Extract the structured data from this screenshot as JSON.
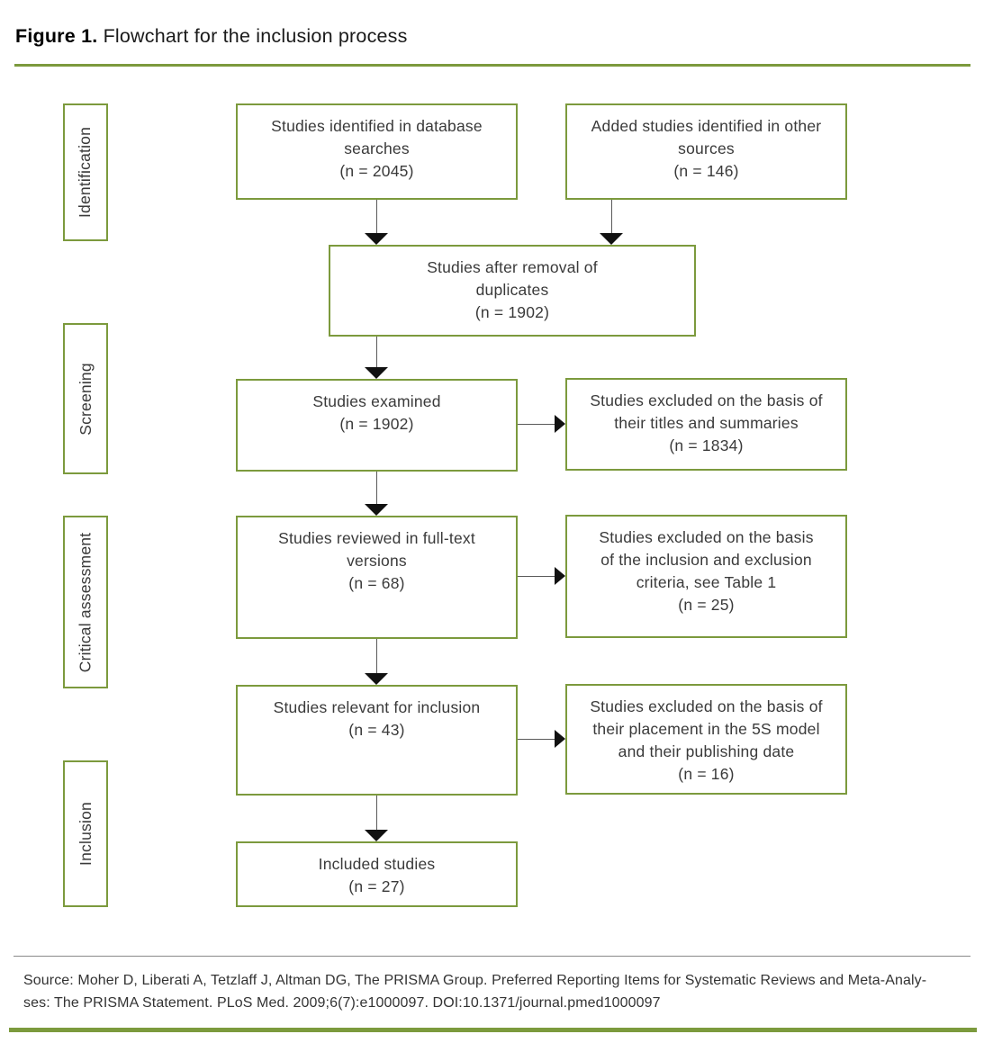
{
  "title": {
    "prefix": "Figure 1.",
    "caption": " Flowchart for the inclusion process"
  },
  "colors": {
    "accent_green": "#7c9a3d",
    "connector_gray": "#595959",
    "arrowhead_black": "#111111",
    "text": "#3a3a3a"
  },
  "sidebar": {
    "stages": [
      {
        "label": "Identification"
      },
      {
        "label": "Screening"
      },
      {
        "label": "Critical assessment"
      },
      {
        "label": "Inclusion"
      }
    ]
  },
  "flowchart": {
    "boxes": {
      "db_search": [
        "Studies identified in database",
        "searches",
        "(n = 2045)"
      ],
      "other_sources": [
        "Added studies identified in other",
        "sources",
        "(n = 146)"
      ],
      "duplicates_removed": [
        "Studies after removal of",
        "duplicates",
        "(n = 1902)"
      ],
      "examined": [
        "Studies examined",
        "(n = 1902)"
      ],
      "excluded_titles": [
        "Studies excluded on the basis of",
        "their titles and summaries",
        "(n = 1834)"
      ],
      "fulltext_reviewed": [
        "Studies reviewed in full-text",
        "versions",
        "(n = 68)"
      ],
      "excluded_criteria": [
        "Studies excluded on the basis",
        "of the inclusion and exclusion",
        "criteria, see Table 1",
        "(n = 25)"
      ],
      "relevant": [
        "Studies relevant for inclusion",
        "(n = 43)"
      ],
      "excluded_5s_model": [
        "Studies excluded on the basis of",
        "their placement in the 5S model",
        "and their publishing date",
        "(n = 16)"
      ],
      "included": [
        "Included studies",
        "(n = 27)"
      ]
    }
  },
  "source": {
    "line1": "Source: Moher D, Liberati A, Tetzlaff J, Altman DG, The PRISMA Group. Preferred Reporting Items for Systematic Reviews and Meta-Analy-",
    "line2": "ses: The PRISMA Statement. PLoS Med. 2009;6(7):e1000097. DOI:10.1371/journal.pmed1000097"
  }
}
